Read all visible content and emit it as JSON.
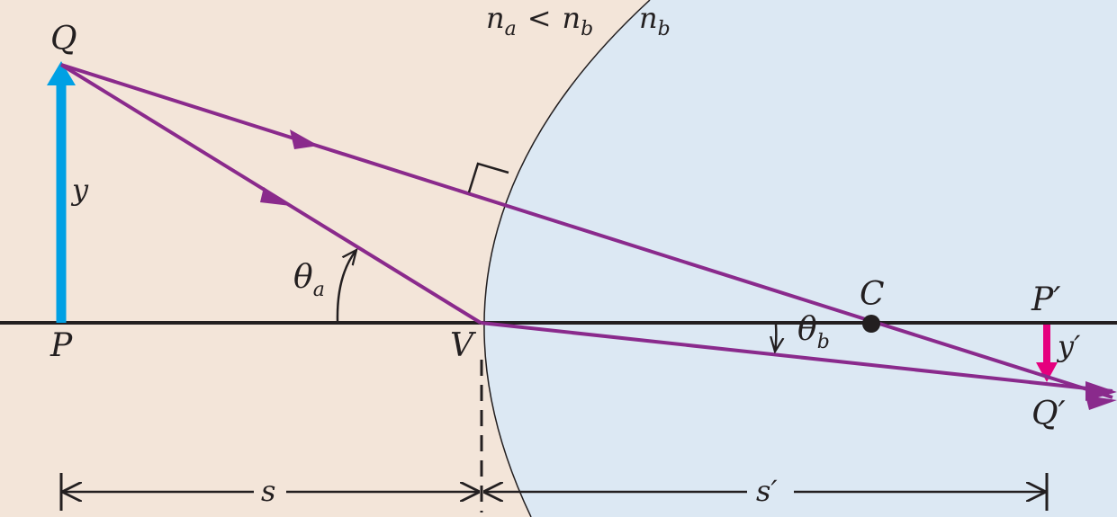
{
  "labels": {
    "Q": "Q",
    "P": "P",
    "y": "y",
    "theta": "θ",
    "theta_a_sub": "a",
    "theta_b_sub": "b",
    "V": "V",
    "C": "C",
    "P_prime": "P′",
    "Q_prime": "Q′",
    "y_prime": "y′",
    "s": "s",
    "s_prime": "s′",
    "n": "n",
    "n_a_sub": "a",
    "n_b_sub": "b",
    "less_than": "<"
  },
  "colors": {
    "medium_a": "#f3e5d9",
    "medium_b": "#dce8f3",
    "ray": "#8a2a8c",
    "object_arrow": "#00a0e4",
    "image_arrow": "#e5007e",
    "ink": "#231f20"
  }
}
